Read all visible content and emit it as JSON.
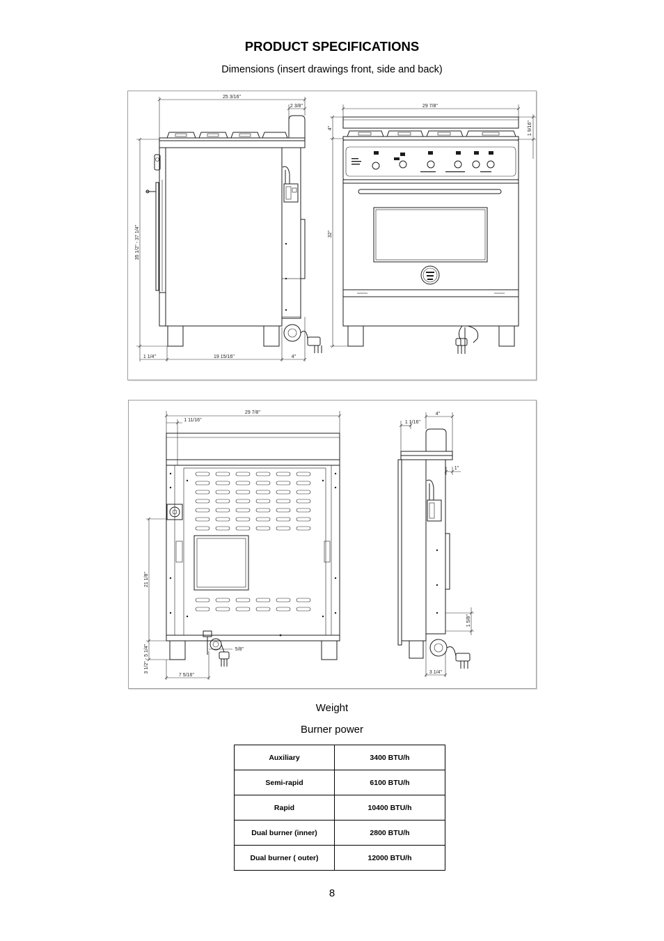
{
  "header": {
    "title": "PRODUCT SPECIFICATIONS",
    "subtitle": "Dimensions (insert drawings front, side and back)"
  },
  "drawing_1": {
    "dims": {
      "side_top": "25 3/16''",
      "side_top_right": "2 3/8''",
      "front_top": "29 7/8''",
      "front_right": "1 9/16''",
      "front_left_upper": "4''",
      "front_left_main": "32''",
      "side_left": "35 1/2'' - 37 1/4''",
      "side_bottom_left": "1 1/4''",
      "side_bottom_mid": "19 15/16''",
      "side_bottom_right": "4''"
    }
  },
  "drawing_2": {
    "dims": {
      "back_top": "29 7/8''",
      "back_top_offset": "1 11/16''",
      "side_top_offset": "1 1/16''",
      "side_top": "4''",
      "side_right_upper": "1''",
      "back_left_main": "21 1/8''",
      "back_left_lower": "3 1/2'' - 5 1/4''",
      "side_right_lower": "1 5/8''",
      "back_bottom_pipe": "5/8''",
      "back_bottom_left": "7 5/16''",
      "side_bottom": "3 1/4''"
    }
  },
  "specs": {
    "weight_label": "Weight",
    "burner_power_label": "Burner power"
  },
  "burner_table": {
    "rows": [
      {
        "burner": "Auxiliary",
        "power": "3400 BTU/h"
      },
      {
        "burner": "Semi-rapid",
        "power": "6100 BTU/h"
      },
      {
        "burner": "Rapid",
        "power": "10400 BTU/h"
      },
      {
        "burner": "Dual burner (inner)",
        "power": "2800 BTU/h"
      },
      {
        "burner": "Dual burner ( outer)",
        "power": "12000 BTU/h"
      }
    ]
  },
  "footer": {
    "page_number": "8"
  }
}
